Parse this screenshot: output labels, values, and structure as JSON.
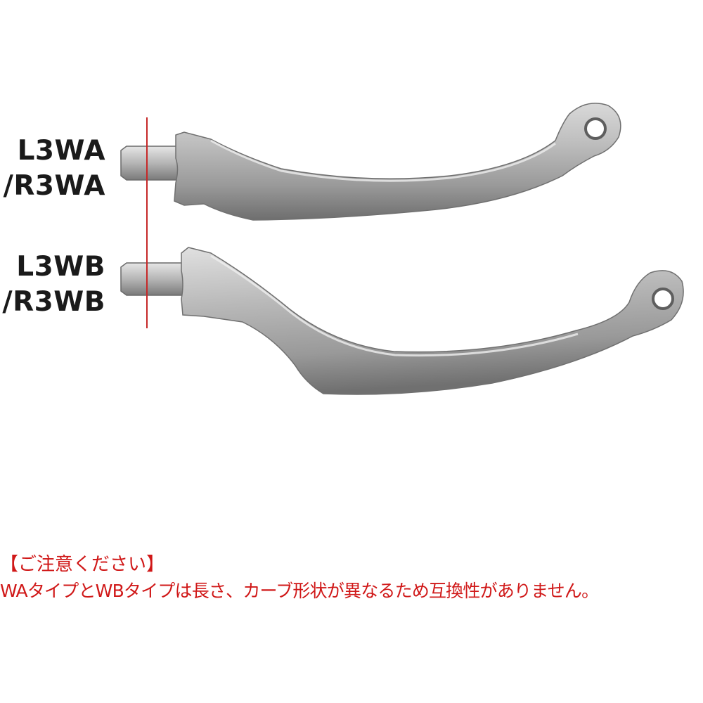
{
  "products": [
    {
      "label_line1": "L3WA",
      "label_line2": "/R3WA"
    },
    {
      "label_line1": "L3WB",
      "label_line2": "/R3WB"
    }
  ],
  "notice": {
    "heading": "【ご注意ください】",
    "body": "WAタイプとWBタイプは長さ、カーブ形状が異なるため互換性がありません。"
  },
  "colors": {
    "label_text": "#1a1a1a",
    "reference_line": "#c62828",
    "notice_text": "#d01818",
    "lever_metal": "#a6a6a6"
  }
}
